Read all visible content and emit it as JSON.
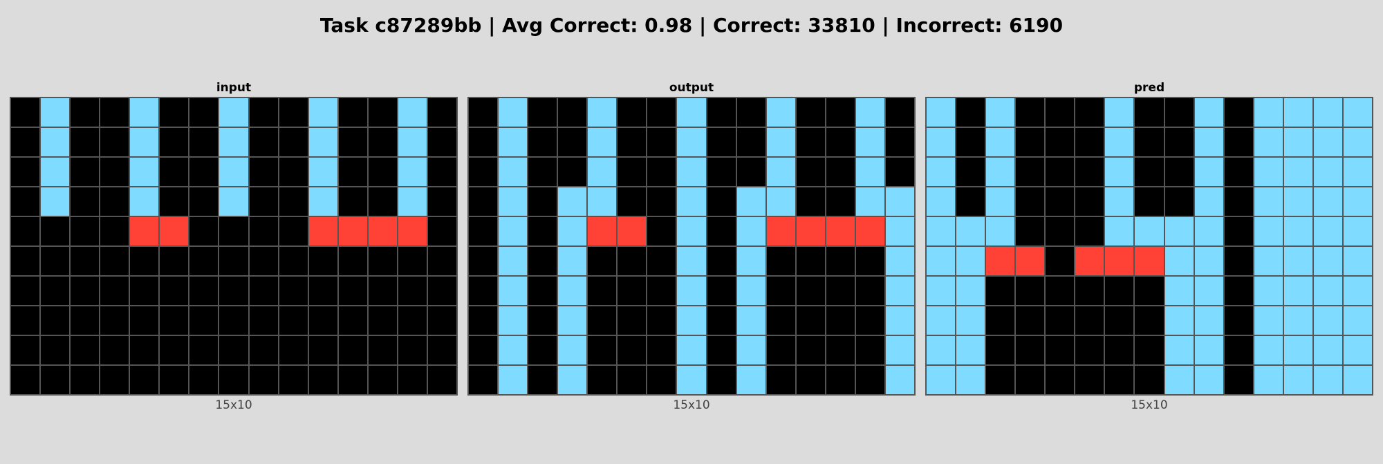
{
  "header": {
    "title": "Task c87289bb | Avg Correct: 0.98 | Correct: 33810 | Incorrect: 6190"
  },
  "palette": {
    "0": "#000000",
    "2": "#ff4136",
    "8": "#7fdbff"
  },
  "panels": [
    {
      "title": "input",
      "dims": "15x10",
      "grid": [
        [
          0,
          8,
          0,
          0,
          8,
          0,
          0,
          8,
          0,
          0,
          8,
          0,
          0,
          8,
          0
        ],
        [
          0,
          8,
          0,
          0,
          8,
          0,
          0,
          8,
          0,
          0,
          8,
          0,
          0,
          8,
          0
        ],
        [
          0,
          8,
          0,
          0,
          8,
          0,
          0,
          8,
          0,
          0,
          8,
          0,
          0,
          8,
          0
        ],
        [
          0,
          8,
          0,
          0,
          8,
          0,
          0,
          8,
          0,
          0,
          8,
          0,
          0,
          8,
          0
        ],
        [
          0,
          0,
          0,
          0,
          2,
          2,
          0,
          0,
          0,
          0,
          2,
          2,
          2,
          2,
          0
        ],
        [
          0,
          0,
          0,
          0,
          0,
          0,
          0,
          0,
          0,
          0,
          0,
          0,
          0,
          0,
          0
        ],
        [
          0,
          0,
          0,
          0,
          0,
          0,
          0,
          0,
          0,
          0,
          0,
          0,
          0,
          0,
          0
        ],
        [
          0,
          0,
          0,
          0,
          0,
          0,
          0,
          0,
          0,
          0,
          0,
          0,
          0,
          0,
          0
        ],
        [
          0,
          0,
          0,
          0,
          0,
          0,
          0,
          0,
          0,
          0,
          0,
          0,
          0,
          0,
          0
        ],
        [
          0,
          0,
          0,
          0,
          0,
          0,
          0,
          0,
          0,
          0,
          0,
          0,
          0,
          0,
          0
        ]
      ]
    },
    {
      "title": "output",
      "dims": "15x10",
      "grid": [
        [
          0,
          8,
          0,
          0,
          8,
          0,
          0,
          8,
          0,
          0,
          8,
          0,
          0,
          8,
          0
        ],
        [
          0,
          8,
          0,
          0,
          8,
          0,
          0,
          8,
          0,
          0,
          8,
          0,
          0,
          8,
          0
        ],
        [
          0,
          8,
          0,
          0,
          8,
          0,
          0,
          8,
          0,
          0,
          8,
          0,
          0,
          8,
          0
        ],
        [
          0,
          8,
          0,
          8,
          8,
          0,
          0,
          8,
          0,
          8,
          8,
          0,
          0,
          8,
          8
        ],
        [
          0,
          8,
          0,
          8,
          2,
          2,
          0,
          8,
          0,
          8,
          2,
          2,
          2,
          2,
          8
        ],
        [
          0,
          8,
          0,
          8,
          0,
          0,
          0,
          8,
          0,
          8,
          0,
          0,
          0,
          0,
          8
        ],
        [
          0,
          8,
          0,
          8,
          0,
          0,
          0,
          8,
          0,
          8,
          0,
          0,
          0,
          0,
          8
        ],
        [
          0,
          8,
          0,
          8,
          0,
          0,
          0,
          8,
          0,
          8,
          0,
          0,
          0,
          0,
          8
        ],
        [
          0,
          8,
          0,
          8,
          0,
          0,
          0,
          8,
          0,
          8,
          0,
          0,
          0,
          0,
          8
        ],
        [
          0,
          8,
          0,
          8,
          0,
          0,
          0,
          8,
          0,
          8,
          0,
          0,
          0,
          0,
          8
        ]
      ]
    },
    {
      "title": "pred",
      "dims": "15x10",
      "grid": [
        [
          8,
          0,
          8,
          0,
          0,
          0,
          8,
          0,
          0,
          8,
          0,
          8,
          8,
          8,
          8
        ],
        [
          8,
          0,
          8,
          0,
          0,
          0,
          8,
          0,
          0,
          8,
          0,
          8,
          8,
          8,
          8
        ],
        [
          8,
          0,
          8,
          0,
          0,
          0,
          8,
          0,
          0,
          8,
          0,
          8,
          8,
          8,
          8
        ],
        [
          8,
          0,
          8,
          0,
          0,
          0,
          8,
          0,
          0,
          8,
          0,
          8,
          8,
          8,
          8
        ],
        [
          8,
          8,
          8,
          0,
          0,
          0,
          8,
          8,
          8,
          8,
          0,
          8,
          8,
          8,
          8
        ],
        [
          8,
          8,
          2,
          2,
          0,
          2,
          2,
          2,
          8,
          8,
          0,
          8,
          8,
          8,
          8
        ],
        [
          8,
          8,
          0,
          0,
          0,
          0,
          0,
          0,
          8,
          8,
          0,
          8,
          8,
          8,
          8
        ],
        [
          8,
          8,
          0,
          0,
          0,
          0,
          0,
          0,
          8,
          8,
          0,
          8,
          8,
          8,
          8
        ],
        [
          8,
          8,
          0,
          0,
          0,
          0,
          0,
          0,
          8,
          8,
          0,
          8,
          8,
          8,
          8
        ],
        [
          8,
          8,
          0,
          0,
          0,
          0,
          0,
          0,
          8,
          8,
          0,
          8,
          8,
          8,
          8
        ]
      ]
    }
  ]
}
